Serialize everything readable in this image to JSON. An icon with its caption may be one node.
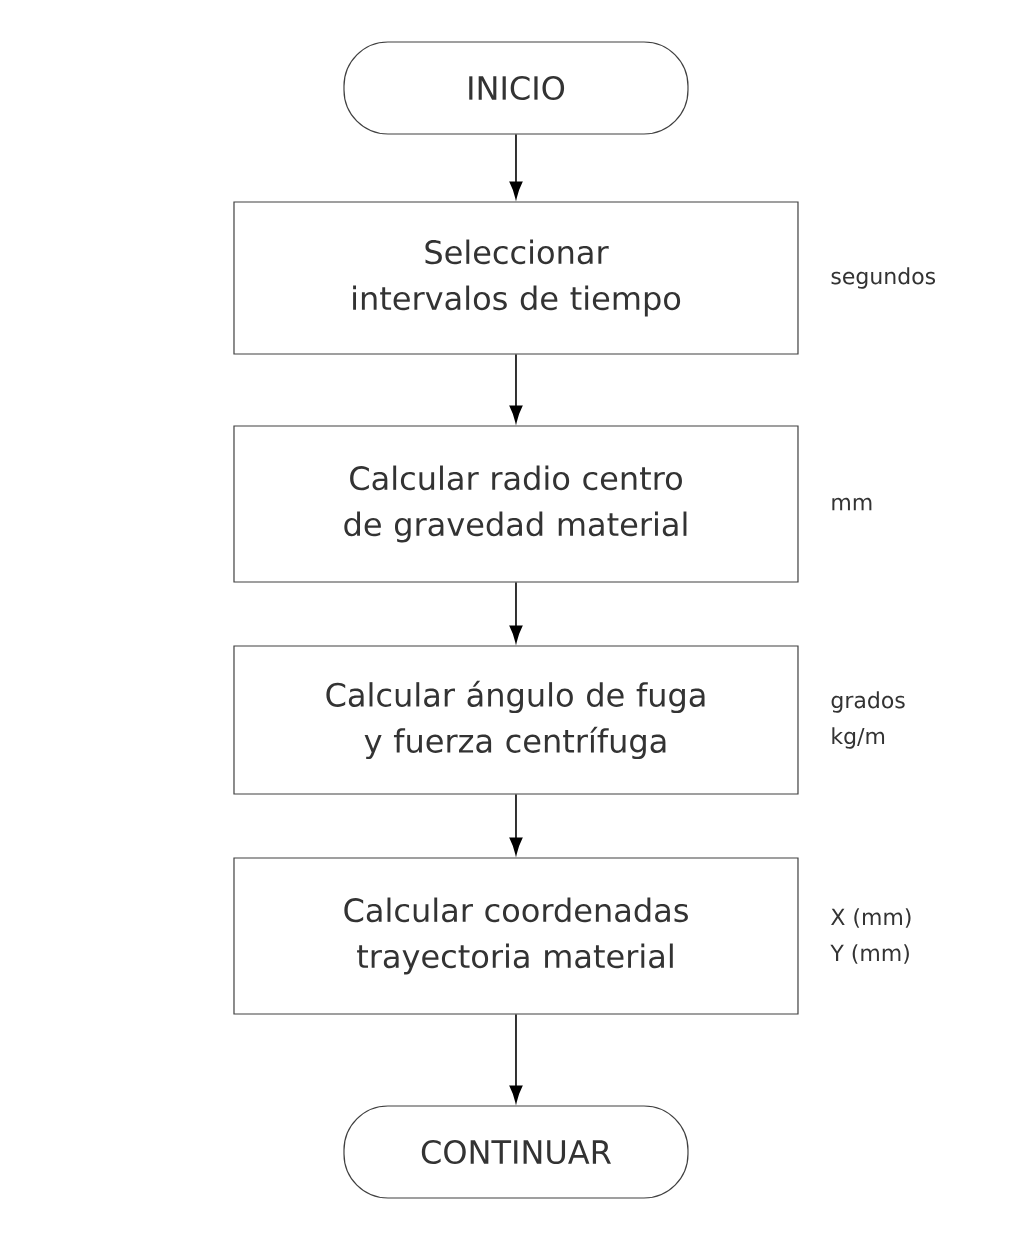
{
  "diagram": {
    "nodes": [
      {
        "text": [
          "INICIO"
        ]
      },
      {
        "text": [
          "Seleccionar intervalos de tiempo"
        ],
        "beside": [
          "segundos"
        ]
      },
      {
        "text": [
          "Calcular radio centro de gravedad material"
        ],
        "beside": [
          "mm"
        ]
      },
      {
        "text": [
          "Calcular ángulo de fuga y fuerza centrífuga"
        ],
        "beside": [
          "grados",
          "kg/m"
        ]
      },
      {
        "text": [
          "Calcular coordenadas trayectoria material"
        ],
        "beside": [
          "X (mm)",
          "Y (mm)"
        ]
      },
      {
        "text": [
          "CONTINUAR"
        ]
      }
    ],
    "edges": [
      {
        "from": 0,
        "to": 1,
        "arrow": "to"
      },
      {
        "from": 1,
        "to": 2,
        "arrow": "to"
      },
      {
        "from": 2,
        "to": 3,
        "arrow": "to"
      },
      {
        "from": 3,
        "to": 4,
        "arrow": "to"
      },
      {
        "from": 4,
        "to": 5,
        "arrow": "to"
      }
    ]
  }
}
